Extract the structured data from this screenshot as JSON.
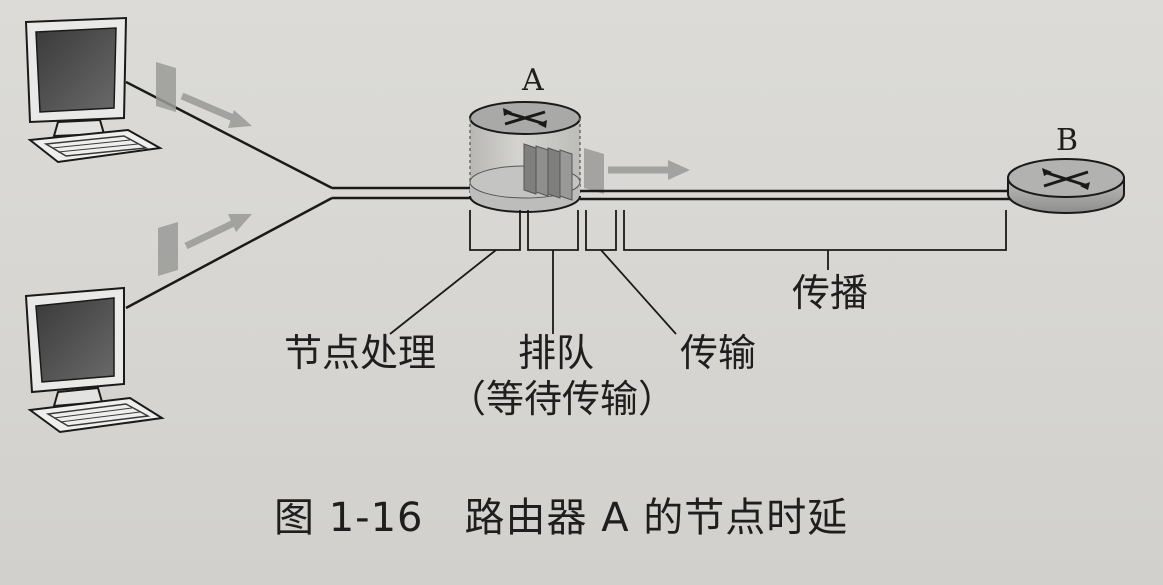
{
  "routers": {
    "a_label": "A",
    "b_label": "B"
  },
  "delays": {
    "processing": "节点处理",
    "queuing": "排队",
    "queuing_note": "（等待传输）",
    "transmission": "传输",
    "propagation": "传播"
  },
  "caption": "图 1-16　路由器 A 的节点时延",
  "colors": {
    "line": "#1a1a1a",
    "router_body": "#b9b9b7",
    "router_top": "#9d9d9b",
    "packet": "#8f8f8d",
    "arrow": "#a2a2a0"
  }
}
